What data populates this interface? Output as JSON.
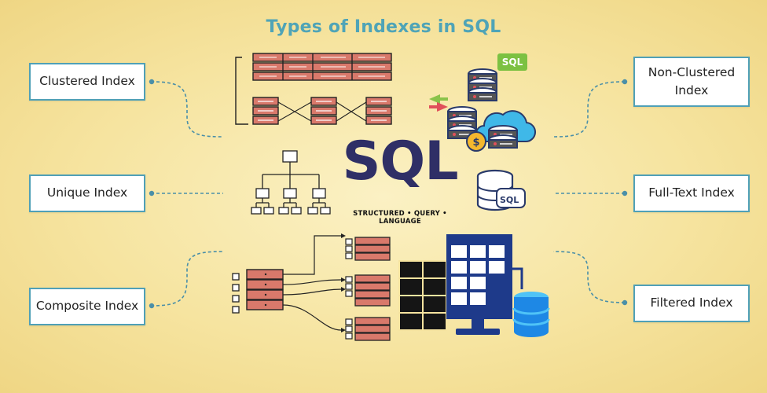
{
  "title": "Types of Indexes in SQL",
  "center": {
    "logo_text": "SQL",
    "logo_subtitle": "STRUCTURED • QUERY • LANGUAGE",
    "badge_text": "SQL",
    "server_label": "SQL"
  },
  "left_labels": [
    "Clustered Index",
    "Unique Index",
    "Composite Index"
  ],
  "right_labels": [
    "Non-Clustered Index",
    "Full-Text Index",
    "Filtered Index"
  ],
  "colors": {
    "title": "#4fa4b7",
    "box_border": "#4fa0b7",
    "connector": "#4a8fa8",
    "logo": "#2f2f66",
    "table_red": "#d9796b",
    "database_blue": "#1e88e5",
    "background": "#f6e4a0"
  },
  "icons": [
    "clustered-table-icon",
    "database-cloud-icon",
    "hierarchy-tree-icon",
    "database-server-icon",
    "composite-table-icon",
    "grid-database-monitor-icon"
  ]
}
